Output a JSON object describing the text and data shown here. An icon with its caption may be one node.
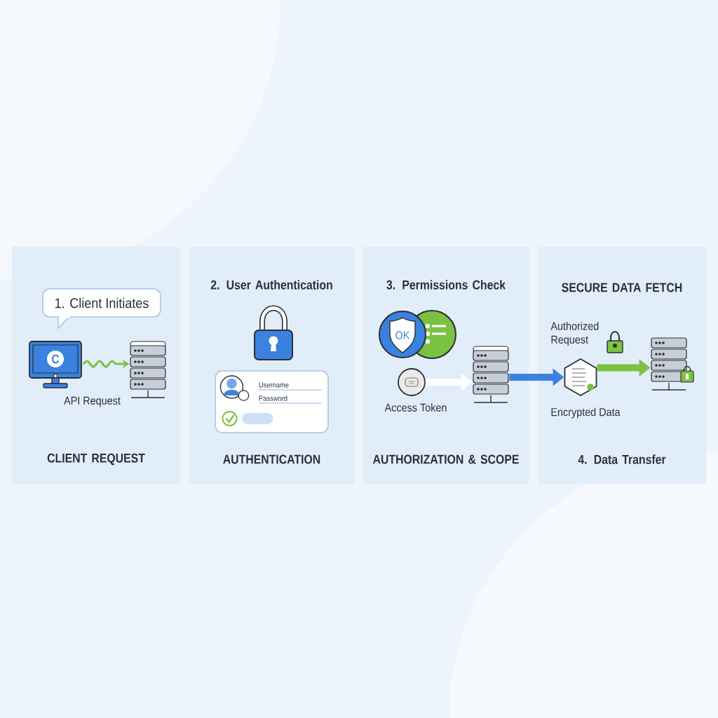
{
  "diagram": {
    "nodes": [
      {
        "text": [
          "CLIENT REQUEST"
        ]
      },
      {
        "text": [
          "1. Client Initiates"
        ],
        "in": 0
      },
      {
        "text": [
          "C"
        ],
        "in": 0
      },
      {
        "text": [],
        "shape": "picture",
        "in": 0
      },
      {
        "text": [
          "2. User Authentication",
          "AUTHENTICATION"
        ]
      },
      {
        "text": [],
        "shape": "picture",
        "in": 4
      },
      {
        "text": [
          "Username",
          "Password"
        ],
        "in": 4
      },
      {
        "text": [
          "3. Permissions Check",
          "AUTHORIZATION & SCOPE"
        ]
      },
      {
        "text": [
          "OK"
        ],
        "in": 7
      },
      {
        "text": [],
        "shape": "circle",
        "in": 7,
        "beside": [
          "Access Token"
        ]
      },
      {
        "text": [],
        "shape": "picture",
        "in": 7
      },
      {
        "text": [
          "SECURE DATA FETCH",
          "4. Data Transfer"
        ]
      },
      {
        "text": [],
        "shape": "hexagon",
        "in": 11,
        "beside": [
          "Authorized Request",
          "Encrypted Data"
        ]
      },
      {
        "text": [],
        "shape": "picture",
        "in": 11
      },
      {
        "text": [],
        "shape": "picture",
        "in": 11
      }
    ],
    "edges": [
      {
        "from": 2,
        "to": 3,
        "arrow": "to",
        "label": "API Request",
        "color": "#7cc242"
      },
      {
        "from": 9,
        "to": 10,
        "arrow": "to",
        "color": "#ffffff"
      },
      {
        "from": 10,
        "to": 12,
        "arrow": "to",
        "color": "#3b82e0"
      },
      {
        "from": 12,
        "to": 14,
        "arrow": "to",
        "color": "#7cc242"
      }
    ]
  }
}
